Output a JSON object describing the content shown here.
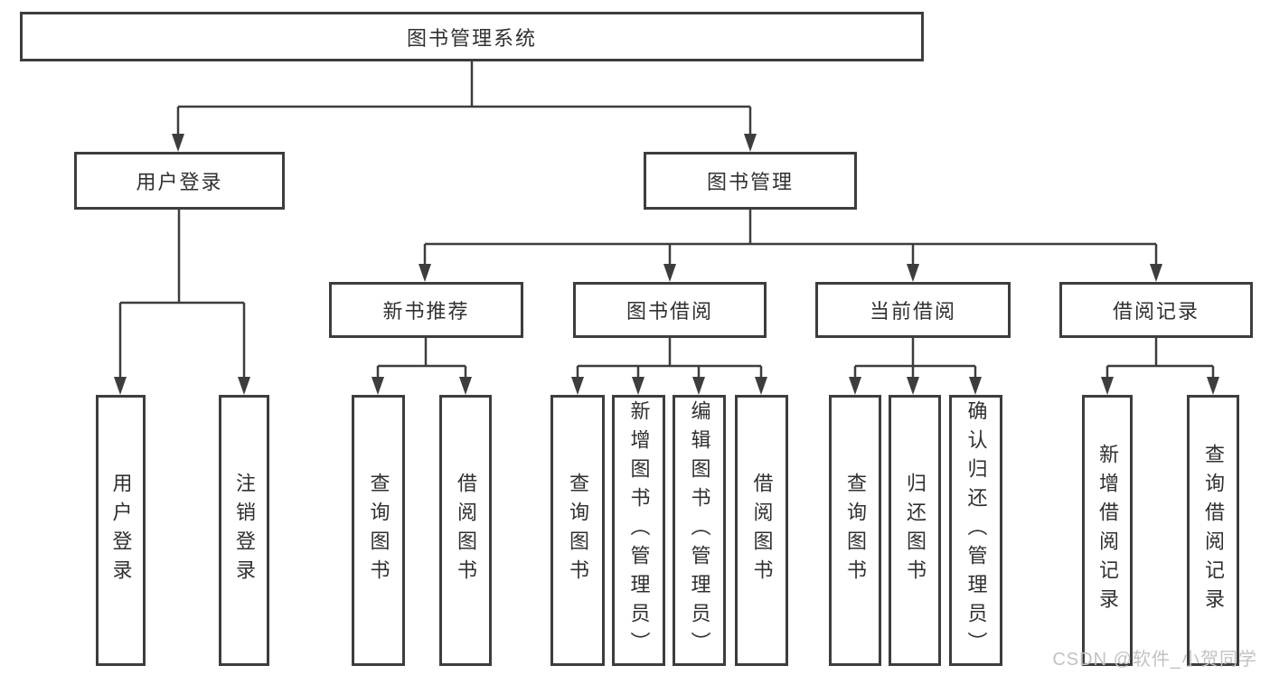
{
  "diagram_title": "图书管理系统",
  "colors": {
    "line": "#3d3d3d",
    "node_border": "#3d3d3d",
    "node_text": "#303030",
    "node_fill": "#ffffff",
    "background": "#ffffff",
    "watermark_text": "#c2c2c2"
  },
  "watermark": {
    "text": "CSDN @软件_小贺同学"
  },
  "nodes": [
    {
      "id": "root",
      "label": "图书管理系统",
      "parent": null,
      "level": 1
    },
    {
      "id": "user-login",
      "label": "用户登录",
      "parent": "root",
      "level": 2
    },
    {
      "id": "book-mgmt",
      "label": "图书管理",
      "parent": "root",
      "level": 2
    },
    {
      "id": "new-book-rec",
      "label": "新书推荐",
      "parent": "book-mgmt",
      "level": 3
    },
    {
      "id": "book-borrow",
      "label": "图书借阅",
      "parent": "book-mgmt",
      "level": 3
    },
    {
      "id": "current-borrow",
      "label": "当前借阅",
      "parent": "book-mgmt",
      "level": 3
    },
    {
      "id": "borrow-record",
      "label": "借阅记录",
      "parent": "book-mgmt",
      "level": 3
    },
    {
      "id": "user-login-leaf",
      "label": "用户登录",
      "parent": "user-login",
      "level": 4
    },
    {
      "id": "logout-leaf",
      "label": "注销登录",
      "parent": "user-login",
      "level": 4
    },
    {
      "id": "query-book-rec",
      "label": "查询图书",
      "parent": "new-book-rec",
      "level": 4
    },
    {
      "id": "borrow-book-rec",
      "label": "借阅图书",
      "parent": "new-book-rec",
      "level": 4
    },
    {
      "id": "query-book-borrow",
      "label": "查询图书",
      "parent": "book-borrow",
      "level": 4
    },
    {
      "id": "add-book-admin",
      "label": "新增图书（管理员）",
      "parent": "book-borrow",
      "level": 4
    },
    {
      "id": "edit-book-admin",
      "label": "编辑图书（管理员）",
      "parent": "book-borrow",
      "level": 4
    },
    {
      "id": "borrow-book-borrow",
      "label": "借阅图书",
      "parent": "book-borrow",
      "level": 4
    },
    {
      "id": "query-book-current",
      "label": "查询图书",
      "parent": "current-borrow",
      "level": 4
    },
    {
      "id": "return-book",
      "label": "归还图书",
      "parent": "current-borrow",
      "level": 4
    },
    {
      "id": "confirm-return-admin",
      "label": "确认归还（管理员）",
      "parent": "current-borrow",
      "level": 4
    },
    {
      "id": "add-borrow-record",
      "label": "新增借阅记录",
      "parent": "borrow-record",
      "level": 4
    },
    {
      "id": "query-borrow-record",
      "label": "查询借阅记录",
      "parent": "borrow-record",
      "level": 4
    }
  ]
}
